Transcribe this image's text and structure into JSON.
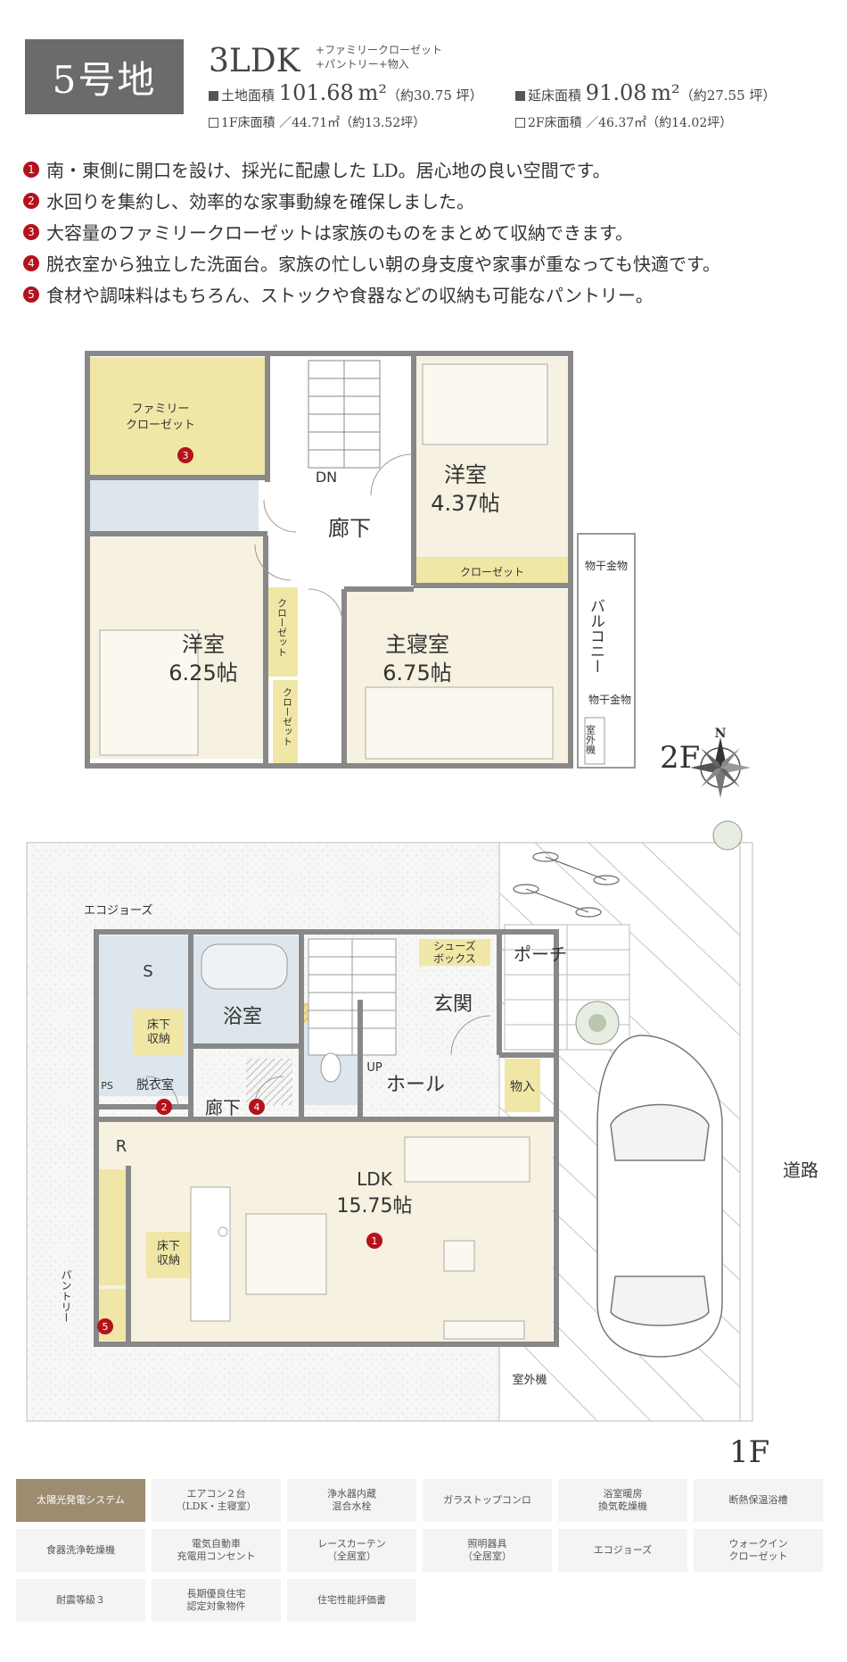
{
  "header": {
    "lot": "5号地",
    "layout": "3LDK",
    "layout_extras": [
      "+ファミリークローゼット",
      "+パントリー+物入"
    ],
    "land_area_label": "土地面積",
    "land_area_value": "101.68",
    "land_area_unit": "m²",
    "land_area_tsubo": "（約30.75 坪）",
    "floor_area_label": "延床面積",
    "floor_area_value": "91.08",
    "floor_area_unit": "m²",
    "floor_area_tsubo": "（約27.55 坪）",
    "f1_area": "1F床面積 ／44.71㎡（約13.52坪）",
    "f2_area": "2F床面積 ／46.37㎡（約14.02坪）"
  },
  "points": [
    {
      "num": "1",
      "text": "南・東側に開口を設け、採光に配慮した LD。居心地の良い空間です。"
    },
    {
      "num": "2",
      "text": "水回りを集約し、効率的な家事動線を確保しました。"
    },
    {
      "num": "3",
      "text": "大容量のファミリークローゼットは家族のものをまとめて収納できます。"
    },
    {
      "num": "4",
      "text": "脱衣室から独立した洗面台。家族の忙しい朝の身支度や家事が重なっても快適です。"
    },
    {
      "num": "5",
      "text": "食材や調味料はもちろん、ストックや食器などの収納も可能なパントリー。"
    }
  ],
  "floor2": {
    "label": "2F",
    "family_closet": [
      "ファミリー",
      "クローゼット"
    ],
    "dn": "DN",
    "hall": "廊下",
    "room_a_name": "洋室",
    "room_a_size": "4.37帖",
    "closet_h": "クローゼット",
    "closet_v1": "クローゼット",
    "closet_v2": "クローゼット",
    "room_b_name": "洋室",
    "room_b_size": "6.25帖",
    "master_name": "主寝室",
    "master_size": "6.75帖",
    "balcony": "バルコニー",
    "dryer_top": "物干金物",
    "dryer_bottom": "物干金物",
    "outdoor_unit": "室外機",
    "compass": "N"
  },
  "floor1": {
    "label": "1F",
    "ecojoz": "エコジョーズ",
    "s": "S",
    "underfloor_a": [
      "床下",
      "収納"
    ],
    "bath": "浴室",
    "ps": "PS",
    "dressing": "脱衣室",
    "hall": "廊下",
    "shoe_box": [
      "シューズ",
      "ボックス"
    ],
    "porch": "ポーチ",
    "entrance": "玄関",
    "up": "UP",
    "hall2": "ホール",
    "storage": "物入",
    "r": "R",
    "ldk_name": "LDK",
    "ldk_size": "15.75帖",
    "underfloor_b": [
      "床下",
      "収納"
    ],
    "pantry": "パントリー",
    "outdoor_unit": "室外機",
    "road": "道路"
  },
  "features": [
    {
      "label": "太陽光発電システム",
      "active": true
    },
    {
      "label": "エアコン２台\n（LDK・主寝室）",
      "active": false
    },
    {
      "label": "浄水器内蔵\n混合水栓",
      "active": false
    },
    {
      "label": "ガラストップコンロ",
      "active": false
    },
    {
      "label": "浴室暖房\n換気乾燥機",
      "active": false
    },
    {
      "label": "断熱保温浴槽",
      "active": false
    },
    {
      "label": "食器洗浄乾燥機",
      "active": false
    },
    {
      "label": "電気自動車\n充電用コンセント",
      "active": false
    },
    {
      "label": "レースカーテン\n（全居室）",
      "active": false
    },
    {
      "label": "照明器具\n（全居室）",
      "active": false
    },
    {
      "label": "エコジョーズ",
      "active": false
    },
    {
      "label": "ウォークイン\nクローゼット",
      "active": false
    },
    {
      "label": "耐震等級３",
      "active": false
    },
    {
      "label": "長期優良住宅\n認定対象物件",
      "active": false
    },
    {
      "label": "住宅性能評価書",
      "active": false
    }
  ]
}
